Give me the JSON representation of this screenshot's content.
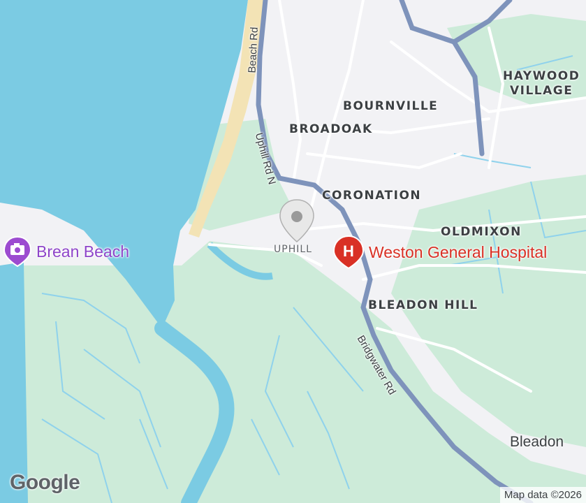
{
  "map": {
    "colors": {
      "water": "#7bcbe3",
      "land": "#f2f2f5",
      "park": "#cdebd9",
      "parkDark": "#b6e2c8",
      "beach": "#f3e3b5",
      "mainRoad": "#7e93bb",
      "road": "#ffffff",
      "drain": "#8fd2ec",
      "hospital": "#d93025",
      "beachIcon": "#9c4bd0"
    },
    "areas": {
      "haywood_line1": "HAYWOOD",
      "haywood_line2": "VILLAGE",
      "bournville": "BOURNVILLE",
      "broadoak": "BROADOAK",
      "coronation": "CORONATION",
      "oldmixon": "OLDMIXON",
      "uphill": "UPHILL",
      "bleadon_hill": "BLEADON HILL"
    },
    "towns": {
      "bleadon": "Bleadon"
    },
    "pois": {
      "beach": {
        "name": "Brean Beach",
        "icon": "camera-icon"
      },
      "hospital": {
        "name": "Weston General Hospital",
        "icon_letter": "H"
      }
    },
    "roads": {
      "beach_rd": "Beach Rd",
      "uphill_rd_n": "Uphill Rd N",
      "bridgwater_rd": "Bridgwater Rd"
    },
    "attribution": "Map data ©2026",
    "logo": "Google"
  }
}
